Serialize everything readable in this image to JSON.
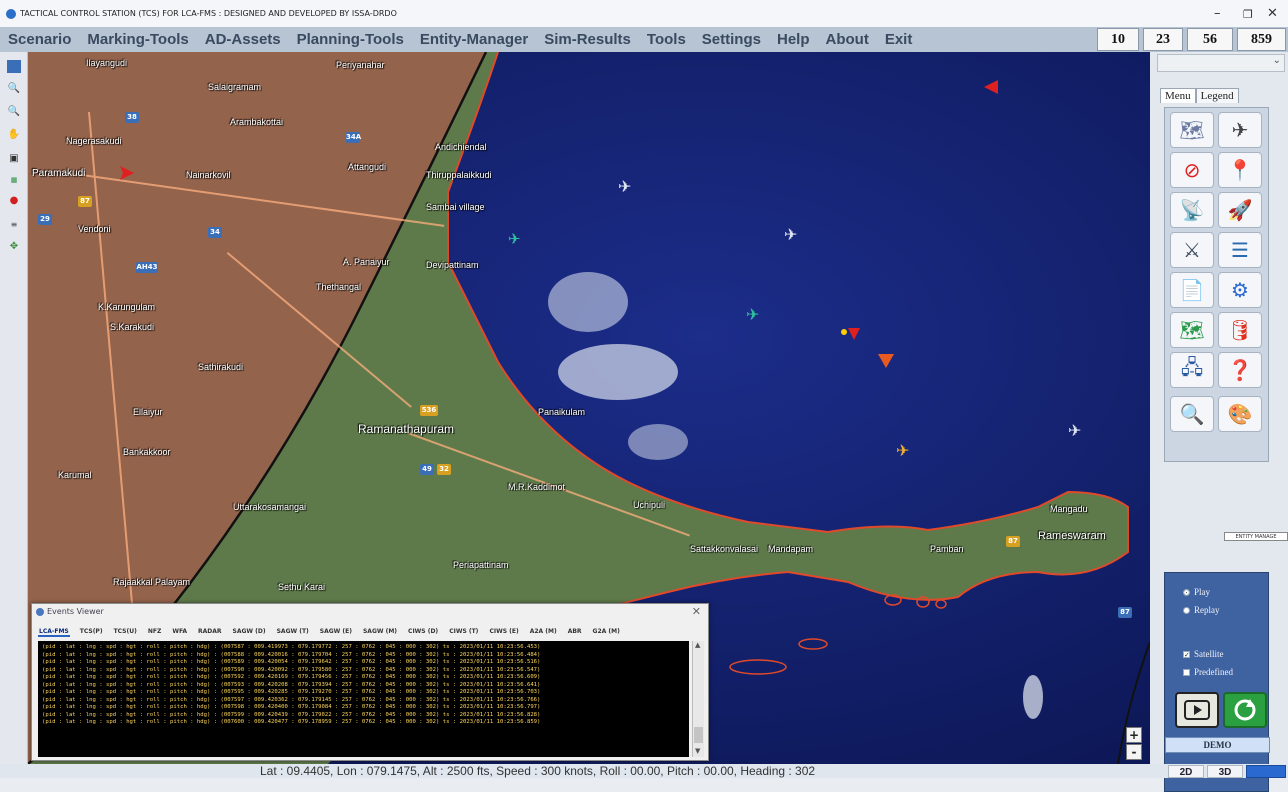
{
  "window": {
    "title": "TACTICAL CONTROL STATION (TCS) FOR LCA-FMS : DESIGNED AND DEVELOPED BY ISSA-DRDO"
  },
  "menu": [
    "Scenario",
    "Marking-Tools",
    "AD-Assets",
    "Planning-Tools",
    "Entity-Manager",
    "Sim-Results",
    "Tools",
    "Settings",
    "Help",
    "About",
    "Exit"
  ],
  "counters": [
    "10",
    "23",
    "56",
    "859"
  ],
  "right_panel": {
    "tabs": [
      "Menu",
      "Legend"
    ],
    "tooltip": "ENTITY MANAGE",
    "options": {
      "play": "Play",
      "replay": "Replay",
      "satellite": "Satellite",
      "predefined": "Predefined"
    },
    "demo_label": "DEMO"
  },
  "map": {
    "zoom_in": "+",
    "zoom_out": "-",
    "labels": [
      "Ilayangudi",
      "Periyanahar",
      "Salaigramam",
      "Arambakottai",
      "Nagerasakudi",
      "Paramakudi",
      "Nainarkovil",
      "Attangudi",
      "Andichiendal",
      "Thiruppalaikkudi",
      "Sambai village",
      "Vendoni",
      "Devipattinam",
      "A. Panaiyur",
      "Thethangal",
      "K.Karungulam",
      "S.Karakudi",
      "Sathirakudi",
      "Ramanathapuram",
      "Panaikulam",
      "Ellaiyur",
      "Bankakkoor",
      "Karumal",
      "Uttarakosamangai",
      "M.R.Kaddimot",
      "Uchipuli",
      "Sattakkonvalasai",
      "Mandapam",
      "Pamban",
      "Rameswaram",
      "Mangadu",
      "Periapattinam",
      "Sethu Karai",
      "Rajaakkal Palayam"
    ],
    "road_shields": [
      "38",
      "34A",
      "87",
      "29",
      "34",
      "AH43",
      "536",
      "49",
      "32",
      "87",
      "87"
    ]
  },
  "events_viewer": {
    "title": "Events Viewer",
    "tabs": [
      "LCA-FMS",
      "TCS(P)",
      "TCS(U)",
      "NFZ",
      "WFA",
      "RADAR",
      "SAGW (D)",
      "SAGW (T)",
      "SAGW (E)",
      "SAGW (M)",
      "CIWS (D)",
      "CIWS (T)",
      "CIWS (E)",
      "A2A (M)",
      "ABR",
      "G2A (M)"
    ],
    "log_lines": [
      "(pid : lat : lng : spd : hgt : roll : pitch : hdg) : (007587 : 009.419973 : 079.179772 : 257 : 0762 : 045 : 000 : 302) ts : 2023/01/11 10:23:56.453)",
      "(pid : lat : lng : spd : hgt : roll : pitch : hdg) : (007588 : 009.420016 : 079.179704 : 257 : 0762 : 045 : 000 : 302) ts : 2023/01/11 10:23:56.484)",
      "(pid : lat : lng : spd : hgt : roll : pitch : hdg) : (007589 : 009.420054 : 079.179642 : 257 : 0762 : 045 : 000 : 302) ts : 2023/01/11 10:23:56.516)",
      "(pid : lat : lng : spd : hgt : roll : pitch : hdg) : (007590 : 009.420092 : 079.179580 : 257 : 0762 : 045 : 000 : 302) ts : 2023/01/11 10:23:56.547)",
      "(pid : lat : lng : spd : hgt : roll : pitch : hdg) : (007592 : 009.420169 : 079.179456 : 257 : 0762 : 045 : 000 : 302) ts : 2023/01/11 10:23:56.609)",
      "(pid : lat : lng : spd : hgt : roll : pitch : hdg) : (007593 : 009.420208 : 079.179394 : 257 : 0762 : 045 : 000 : 302) ts : 2023/01/11 10:23:56.641)",
      "(pid : lat : lng : spd : hgt : roll : pitch : hdg) : (007595 : 009.420285 : 079.179270 : 257 : 0762 : 045 : 000 : 302) ts : 2023/01/11 10:23:56.703)",
      "(pid : lat : lng : spd : hgt : roll : pitch : hdg) : (007597 : 009.420362 : 079.179145 : 257 : 0762 : 045 : 000 : 302) ts : 2023/01/11 10:23:56.766)",
      "(pid : lat : lng : spd : hgt : roll : pitch : hdg) : (007598 : 009.420400 : 079.179084 : 257 : 0762 : 045 : 000 : 302) ts : 2023/01/11 10:23:56.797)",
      "(pid : lat : lng : spd : hgt : roll : pitch : hdg) : (007599 : 009.420439 : 079.179022 : 257 : 0762 : 045 : 000 : 302) ts : 2023/01/11 10:23:56.828)",
      "(pid : lat : lng : spd : hgt : roll : pitch : hdg) : (007600 : 009.420477 : 079.178959 : 257 : 0762 : 045 : 000 : 302) ts : 2023/01/11 10:23:56.859)"
    ]
  },
  "status": {
    "text": "Lat : 09.4405, Lon : 079.1475, Alt : 2500 fts, Speed : 300 knots, Roll : 00.00, Pitch : 00.00, Heading : 302"
  },
  "view_buttons": [
    "2D",
    "3D"
  ],
  "colors": {
    "menubar": "#b6c4d3",
    "sea": "#12206a",
    "land": "#9a6a50",
    "coast": "#e04a2a",
    "log_text": "#ffd75a",
    "panel_blue": "#3f62a0"
  }
}
